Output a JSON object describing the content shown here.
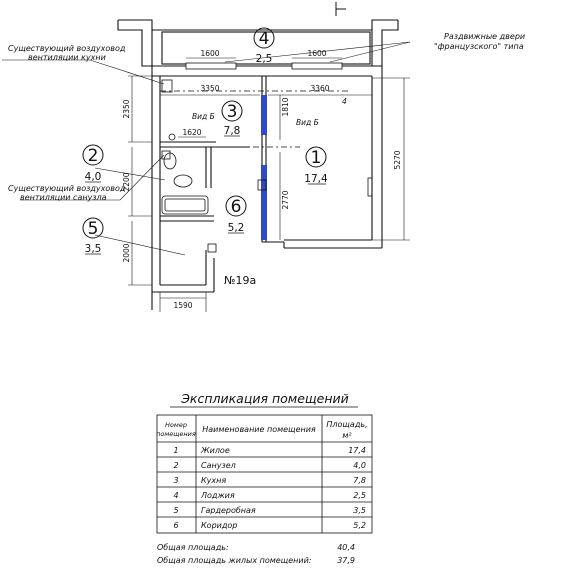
{
  "rooms": [
    {
      "num": "1",
      "area": "17,4"
    },
    {
      "num": "2",
      "area": "4,0"
    },
    {
      "num": "3",
      "area": "7,8"
    },
    {
      "num": "4",
      "area": "2,5"
    },
    {
      "num": "5",
      "area": "3,5"
    },
    {
      "num": "6",
      "area": "5,2"
    }
  ],
  "notes": {
    "vent_kitchen": [
      "Существующий воздуховод",
      "вентиляции кухни"
    ],
    "vent_bath": [
      "Существующий воздуховод",
      "вентиляции санузла"
    ],
    "doors": [
      "Раздвижные двери",
      "\"французского\" типа"
    ],
    "apartment": "№19а",
    "view_b_left": "Вид Б",
    "view_b_right": "Вид Б",
    "mark_4": "4"
  },
  "dims": {
    "d1600a": "1600",
    "d1600b": "1600",
    "d3350": "3350",
    "d3360": "3360",
    "d1620": "1620",
    "d1810": "1810",
    "d2770": "2770",
    "d5270": "5270",
    "d2350": "2350",
    "d2200": "2200",
    "d2000": "2000",
    "d1590": "1590"
  },
  "table": {
    "title": "Экспликация помещений",
    "col_num": [
      "Номер",
      "помещения"
    ],
    "col_name": "Наименование помещения",
    "col_area": [
      "Площадь,",
      "м²"
    ],
    "rows": [
      {
        "num": "1",
        "name": "Жилое",
        "area": "17,4"
      },
      {
        "num": "2",
        "name": "Санузел",
        "area": "4,0"
      },
      {
        "num": "3",
        "name": "Кухня",
        "area": "7,8"
      },
      {
        "num": "4",
        "name": "Лоджия",
        "area": "2,5"
      },
      {
        "num": "5",
        "name": "Гардеробная",
        "area": "3,5"
      },
      {
        "num": "6",
        "name": "Коридор",
        "area": "5,2"
      }
    ],
    "total_label": "Общая площадь:",
    "total_value": "40,4",
    "living_label": "Общая площадь жилых помещений:",
    "living_value": "37,9"
  }
}
